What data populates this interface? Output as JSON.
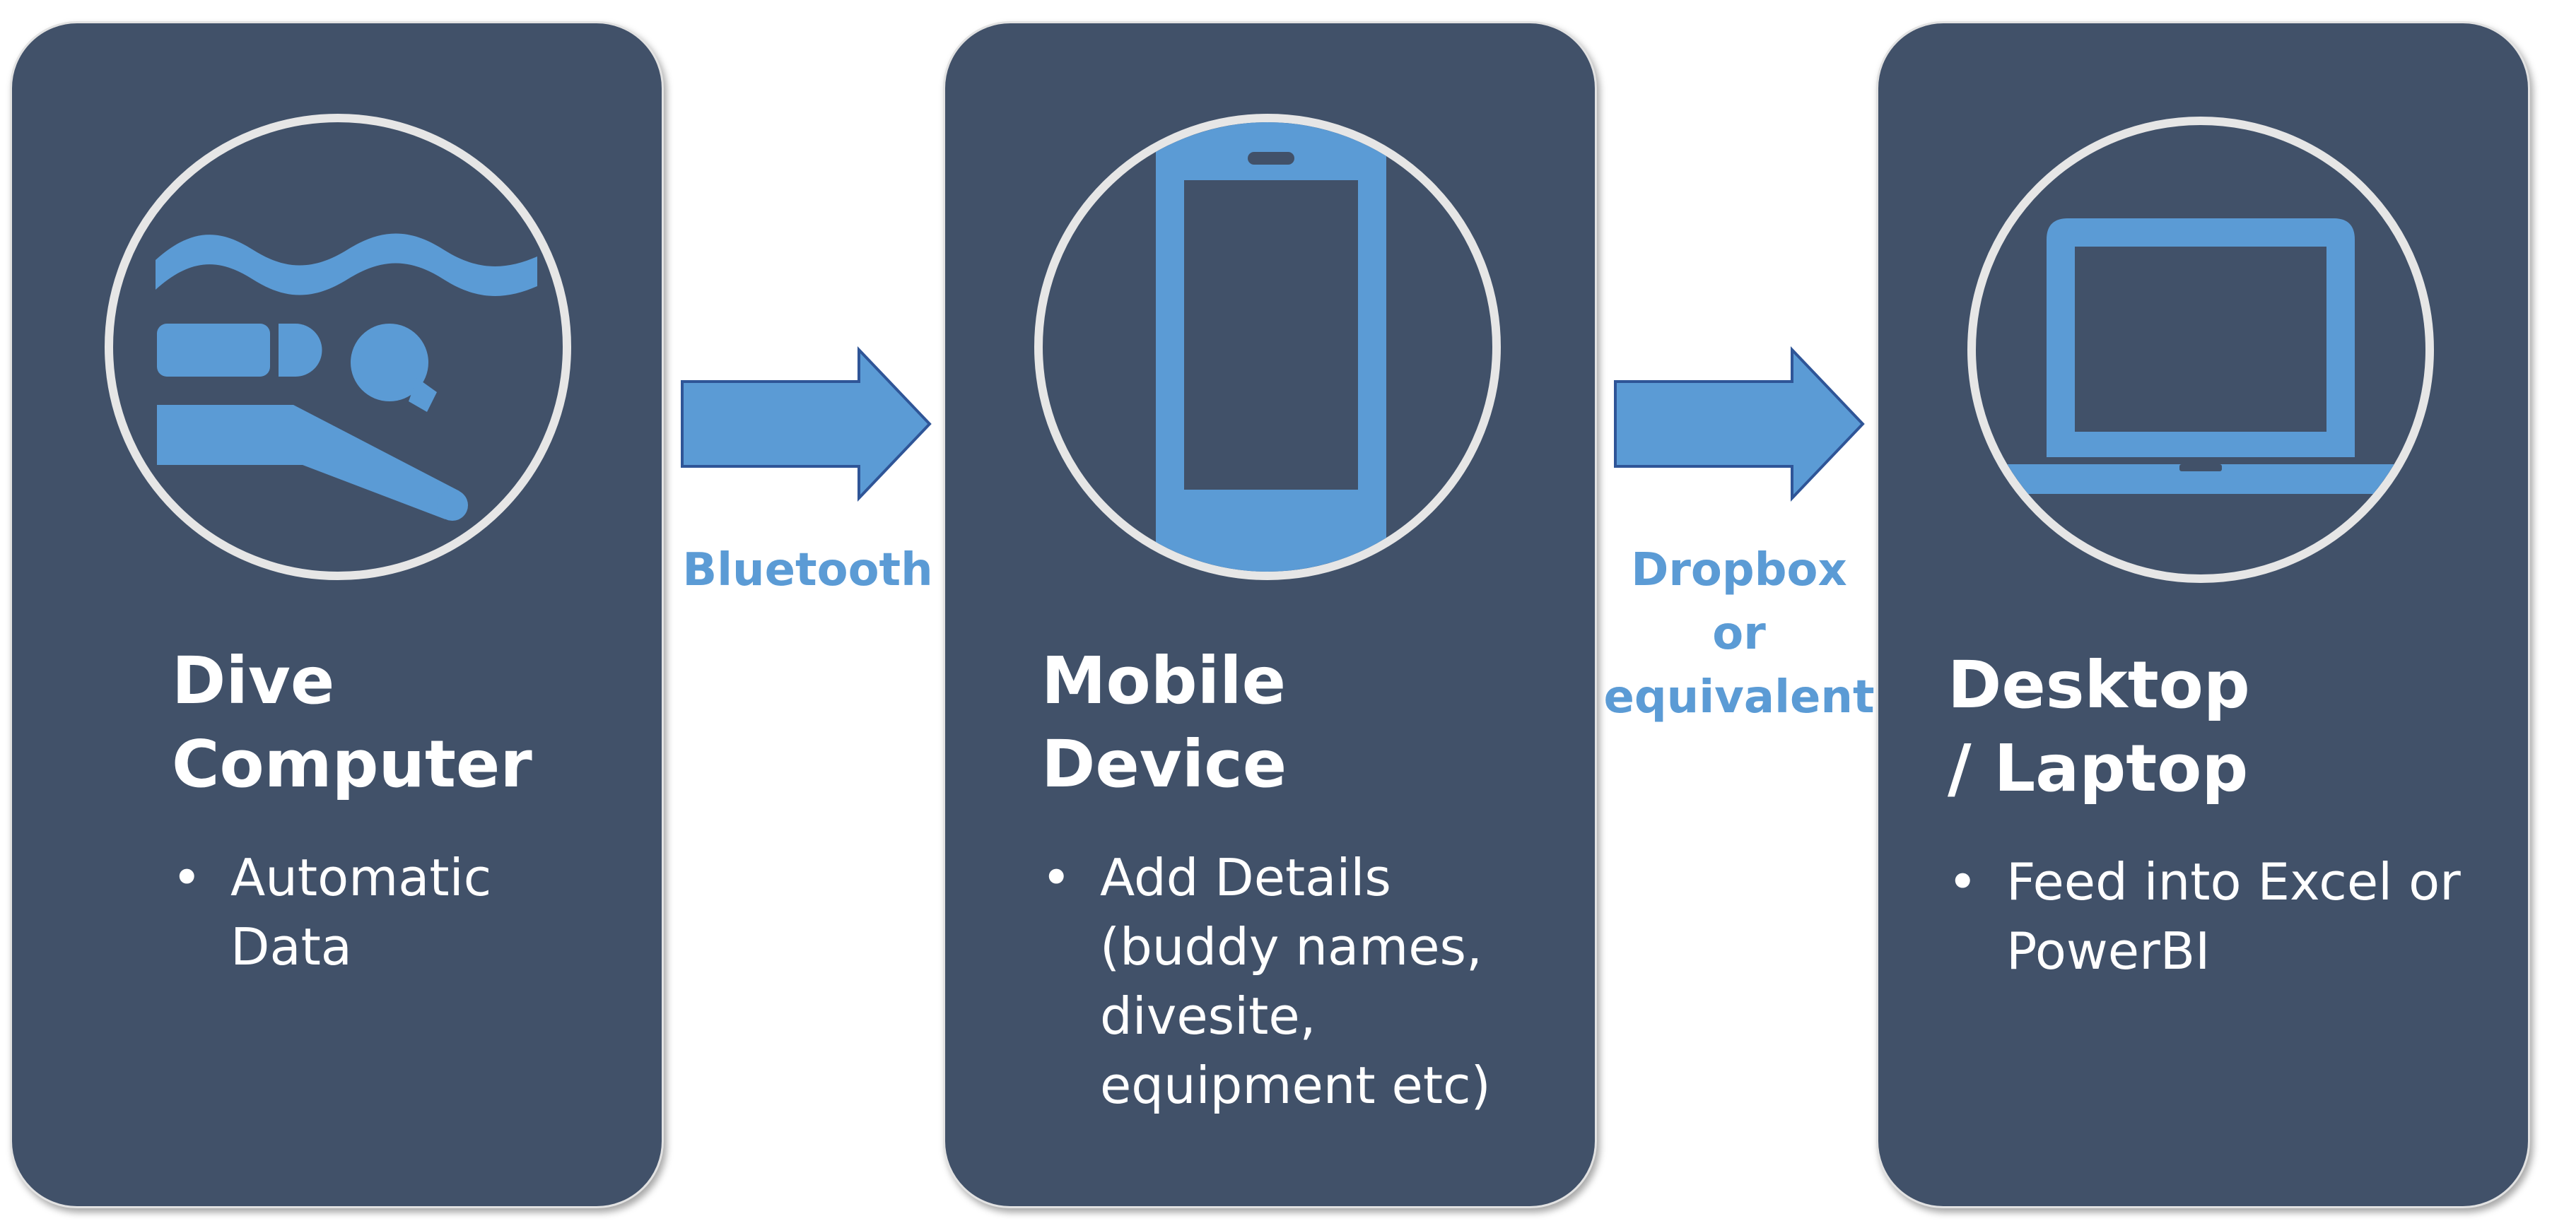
{
  "colors": {
    "card_bg": "#415169",
    "accent": "#5b9bd5",
    "circle_border": "#e6e6e6",
    "text": "#ffffff"
  },
  "stages": [
    {
      "icon": "diver-icon",
      "title_line1": "Dive",
      "title_line2": "Computer",
      "bullet_lines": [
        "Automatic",
        "Data"
      ]
    },
    {
      "icon": "smartphone-icon",
      "title_line1": "Mobile",
      "title_line2": "Device",
      "bullet_lines": [
        "Add Details",
        "(buddy names,",
        "divesite,",
        "equipment etc)"
      ]
    },
    {
      "icon": "laptop-icon",
      "title_line1": "Desktop",
      "title_line2": "/ Laptop",
      "bullet_lines": [
        "Feed into Excel or",
        "PowerBI"
      ]
    }
  ],
  "connectors": [
    {
      "label_lines": [
        "Bluetooth"
      ]
    },
    {
      "label_lines": [
        "Dropbox",
        "or",
        "equivalent"
      ]
    }
  ]
}
